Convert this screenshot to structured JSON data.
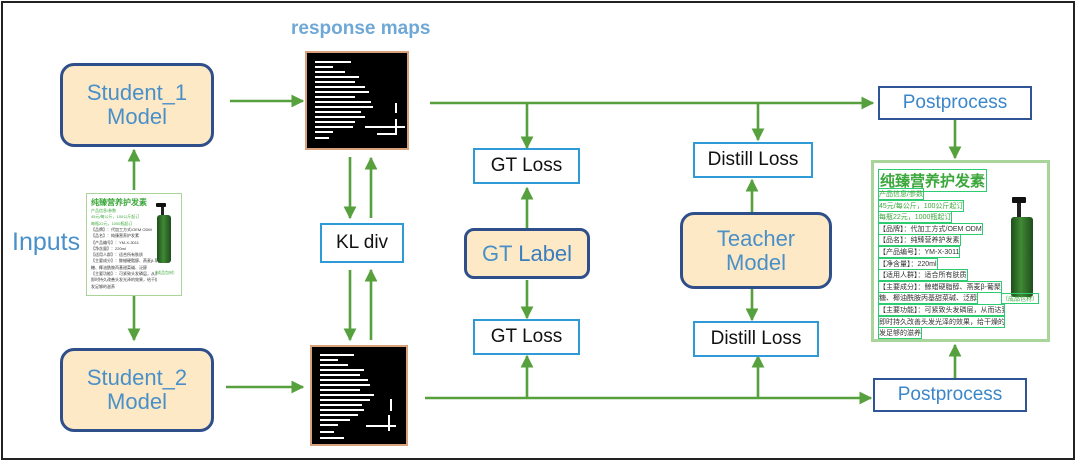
{
  "title": "response maps",
  "inputs_label": "Inputs",
  "student1": {
    "line1": "Student_1",
    "line2": "Model"
  },
  "student2": {
    "line1": "Student_2",
    "line2": "Model"
  },
  "kl_div": "KL div",
  "gt_loss_top": "GT Loss",
  "gt_loss_bottom": "GT Loss",
  "gt_label": {
    "part1": "GT",
    "part2": "Label"
  },
  "distill_loss_top": "Distill Loss",
  "distill_loss_bottom": "Distill Loss",
  "teacher": {
    "line1": "Teacher",
    "line2": "Model"
  },
  "postprocess_top": "Postprocess",
  "postprocess_bottom": "Postprocess",
  "colors": {
    "arrow": "#56a03e",
    "model_fill": "#fde9c6",
    "model_border": "#2f4f8a",
    "model_text": "#4a90c8",
    "box_border": "#2e9bd6",
    "highlight": "#2ecc71"
  },
  "product_small": {
    "title": "纯臻营养护发素",
    "lines": [
      "产品信息/参数",
      "45元/每公斤，100公斤起订",
      "每瓶22元，1000瓶起订",
      "【品牌】：代加工方式/OEM ODM",
      "【品名】：纯臻营养护发素",
      "【产品编号】：YM-X-3011",
      "【净含量】：220ml",
      "【适用人群】：适合所有肤质",
      "【主要成分】：鲸蜡硬脂醇、燕麦β-葡聚",
      "糖、椰油酰胺丙基甜菜碱、泛醇",
      "【主要功能】：可紧致头发磷层，从而达到",
      "即时持久改善头发光泽的效果，给干燥的头",
      "发足够的滋养"
    ],
    "badge": "（成品包材）"
  },
  "product_big": {
    "title": "纯臻营养护发素",
    "lines": [
      "产品信息/参数",
      "45元/每公斤，100公斤起订",
      "每瓶22元，1000瓶起订",
      "【品牌】：代加工方式/OEM ODM",
      "【品名】：纯臻营养护发素",
      "【产品编号】：YM-X-3011",
      "【净含量】：220ml",
      "【适用人群】：适合所有肤质",
      "【主要成分】：鲸蜡硬脂醇、燕麦β-葡聚",
      "糖、椰油酰胺丙基甜菜碱、泛醇",
      "【主要功能】：可紧致头发磷层，从而达到",
      "即时持久改善头发光泽的效果，给干燥的头",
      "发足够的滋养"
    ],
    "badge": "（成品包材）"
  }
}
